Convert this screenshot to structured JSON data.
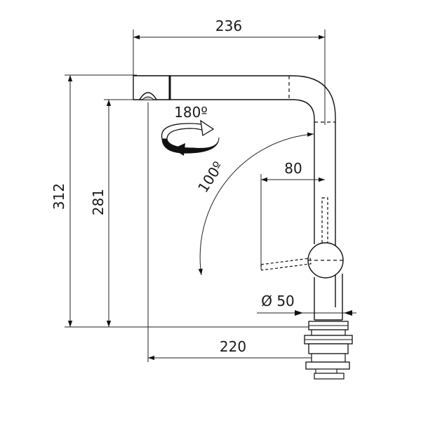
{
  "dimensions": {
    "overall_width": "236",
    "overall_height": "312",
    "spout_height": "281",
    "base_offset": "220",
    "lever_width": "80",
    "base_diameter": "Ø 50"
  },
  "angles": {
    "spout_rotation": "180º",
    "lever_swing": "100º"
  },
  "colors": {
    "line": "#111111",
    "background": "#ffffff"
  }
}
